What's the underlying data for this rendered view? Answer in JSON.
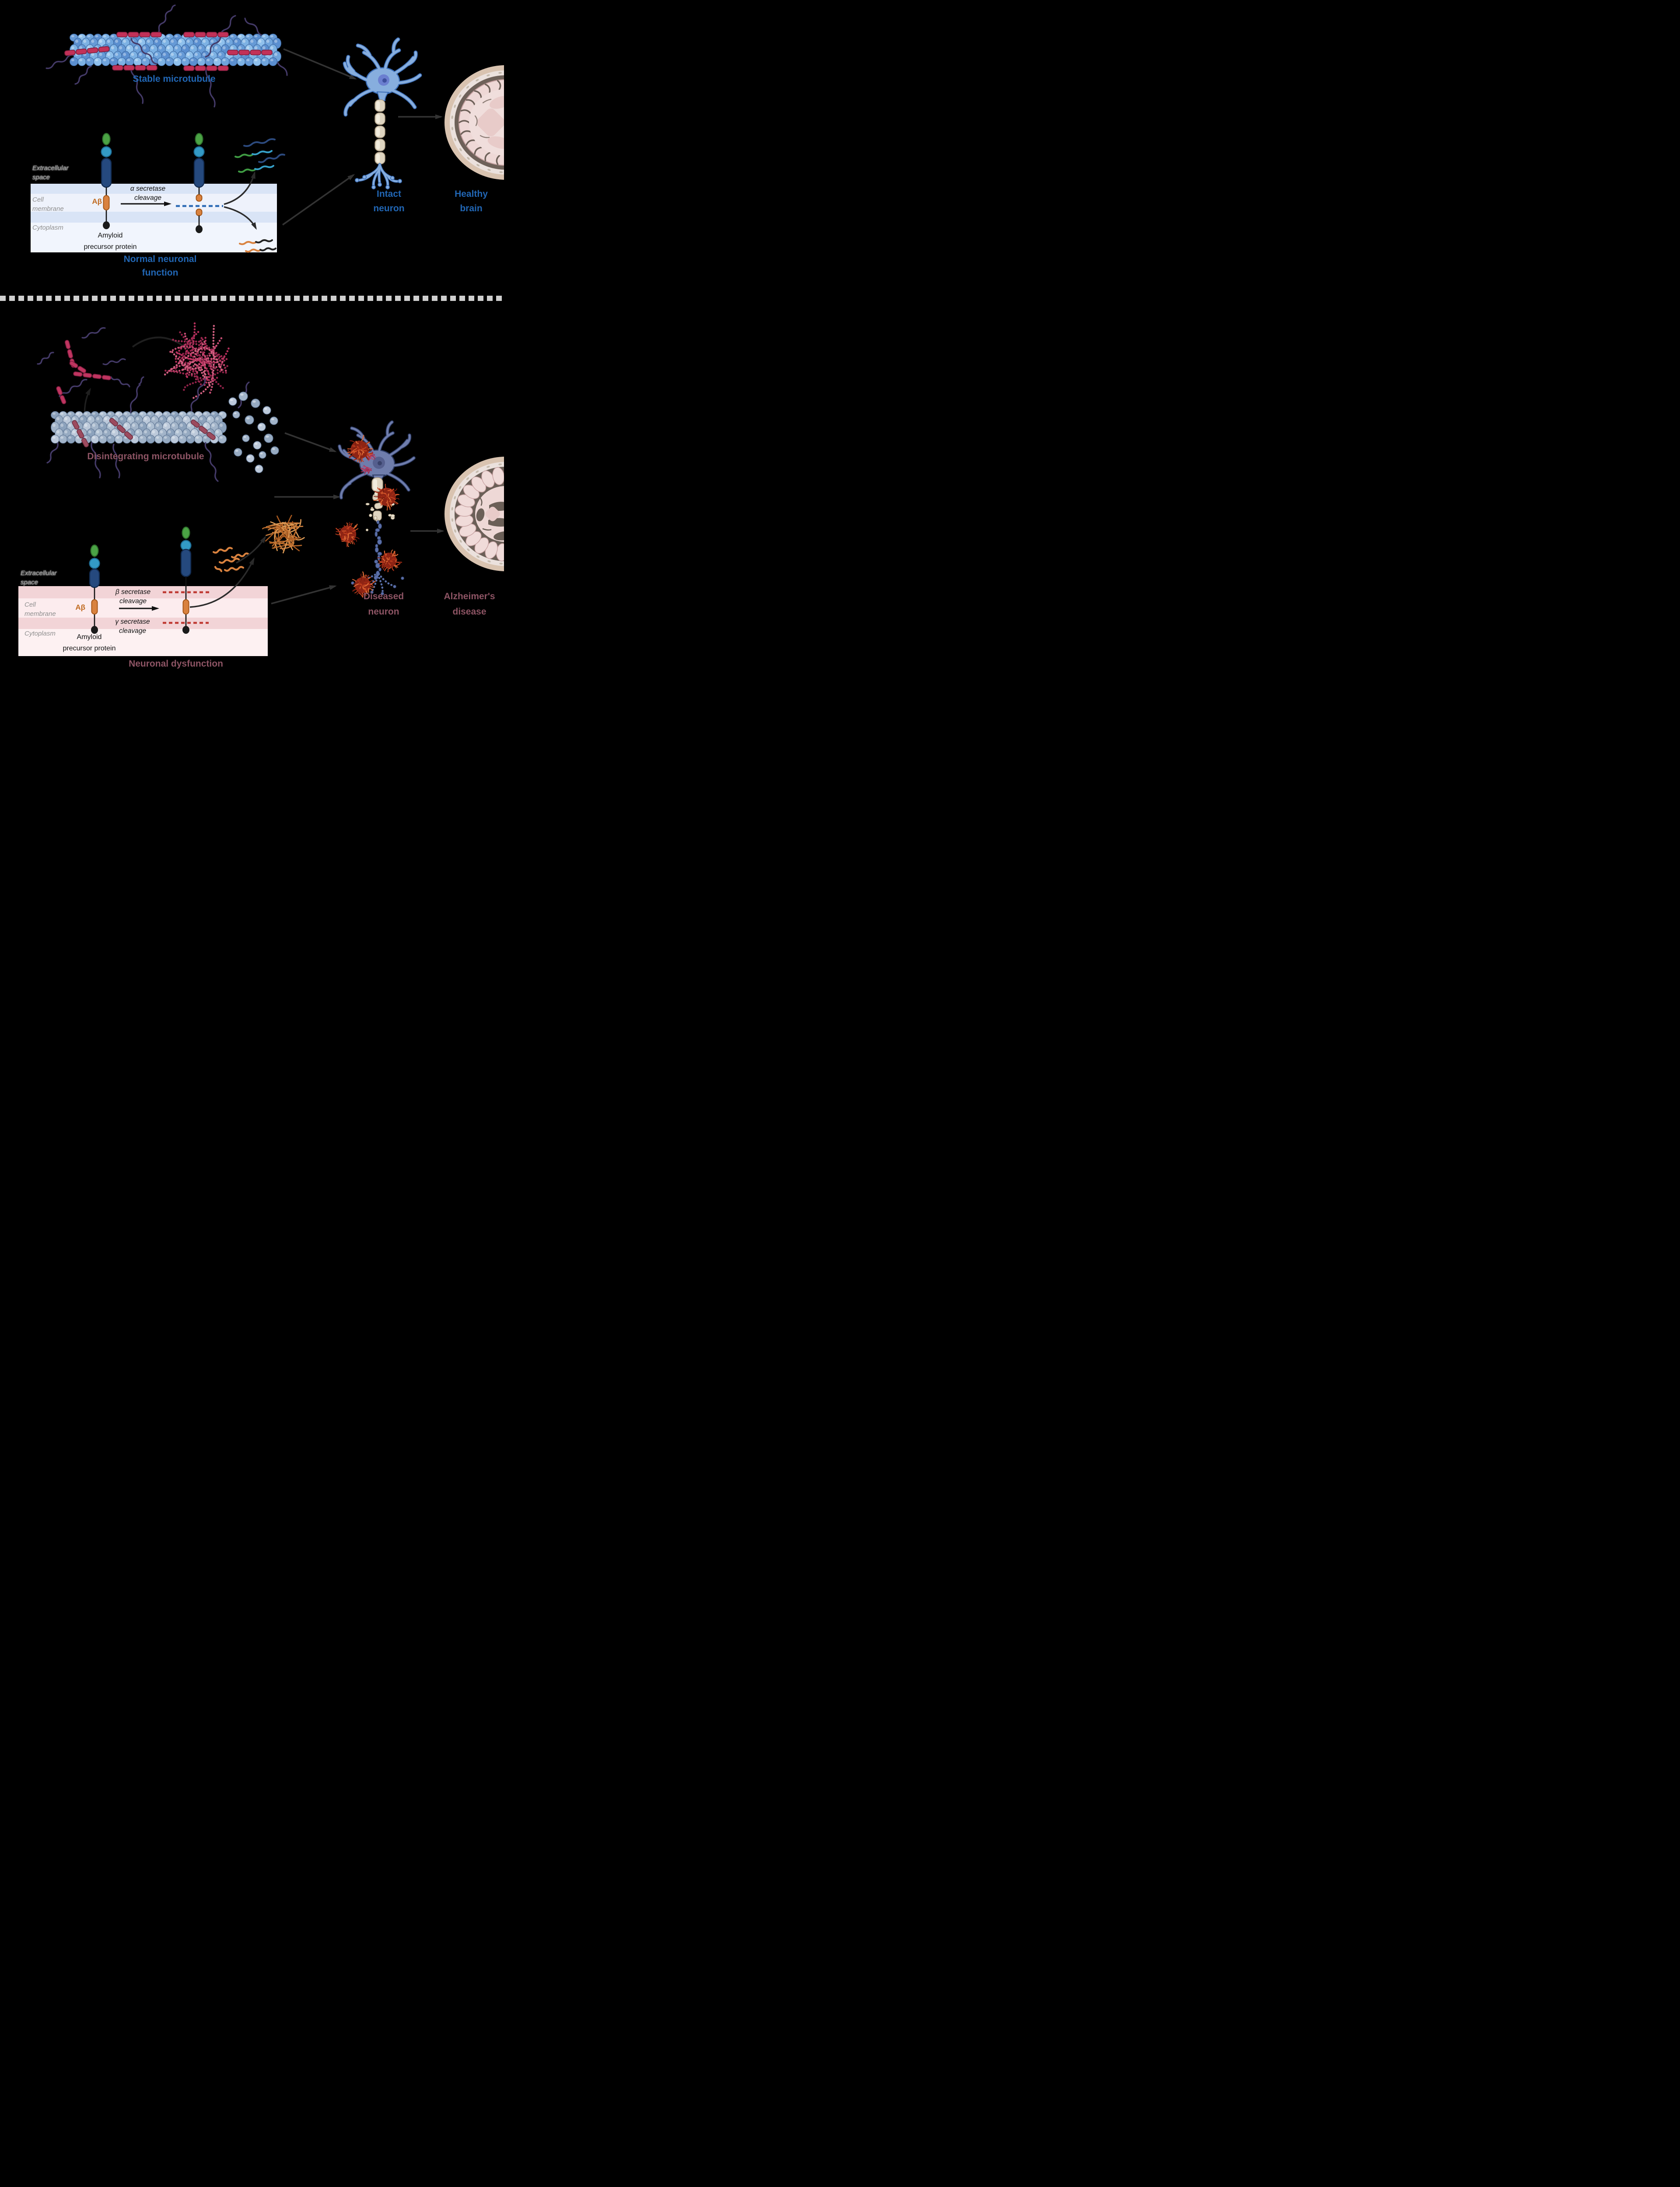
{
  "top": {
    "microtubule_label": "Stable microtubule",
    "panel": {
      "extracellular_line1": "Extracellular",
      "extracellular_line2": "space",
      "cell_membrane_line1": "Cell",
      "cell_membrane_line2": "membrane",
      "cytoplasm": "Cytoplasm",
      "abeta": "Aβ",
      "cleavage_line1": "α secretase",
      "cleavage_line2": "cleavage",
      "app_line1": "Amyloid",
      "app_line2": "precursor protein"
    },
    "caption_line1": "Normal neuronal",
    "caption_line2": "function",
    "neuron_line1": "Intact",
    "neuron_line2": "neuron",
    "brain_line1": "Healthy",
    "brain_line2": "brain"
  },
  "bottom": {
    "microtubule_label": "Disintegrating microtubule",
    "panel": {
      "extracellular_line1": "Extracellular",
      "extracellular_line2": "space",
      "cell_membrane_line1": "Cell",
      "cell_membrane_line2": "membrane",
      "cytoplasm": "Cytoplasm",
      "abeta": "Aβ",
      "beta_line1": "β secretase",
      "beta_line2": "cleavage",
      "gamma_line1": "γ secretase",
      "gamma_line2": "cleavage",
      "app_line1": "Amyloid",
      "app_line2": "precursor protein"
    },
    "caption": "Neuronal dysfunction",
    "neuron_line1": "Diseased",
    "neuron_line2": "neuron",
    "brain_line1": "Alzheimer's",
    "brain_line2": "disease"
  },
  "colors": {
    "healthy_accent": "#2166b4",
    "disease_accent": "#8d5464",
    "abeta_orange": "#c06a1f",
    "membrane_blue_band": "#d9e4f6",
    "membrane_pink_band": "#f2d4d7",
    "alpha_cleavage_dash": "#2e6cb5",
    "beta_gamma_cleavage_dash": "#bf3a33",
    "gray_label": "#8f8f8f",
    "tau_crimson": "#c23158",
    "plaque_red": "#b23018"
  }
}
